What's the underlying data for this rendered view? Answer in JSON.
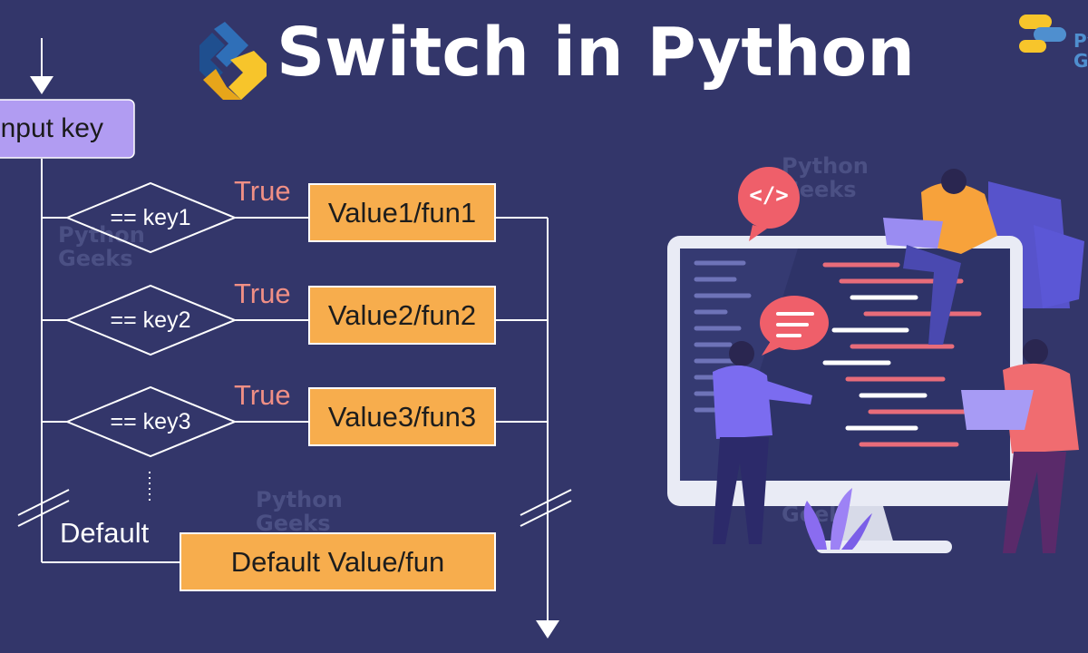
{
  "title": "Switch in Python",
  "brand": {
    "line1": "Python",
    "line2": "Geeks"
  },
  "watermark": {
    "line1": "Python",
    "line2": "Geeks"
  },
  "flowchart": {
    "input_label": "Input key",
    "true_label": "True",
    "cases": [
      {
        "condition": "== key1",
        "action": "Value1/fun1"
      },
      {
        "condition": "== key2",
        "action": "Value2/fun2"
      },
      {
        "condition": "== key3",
        "action": "Value3/fun3"
      }
    ],
    "default_label": "Default",
    "default_action": "Default Value/fun"
  },
  "illustration": {
    "code_bubble": "</>"
  },
  "colors": {
    "background": "#33366a",
    "action_box": "#f7ad4d",
    "input_box": "#b19cf2",
    "true_text": "#f08f85",
    "line": "#ffffff"
  }
}
